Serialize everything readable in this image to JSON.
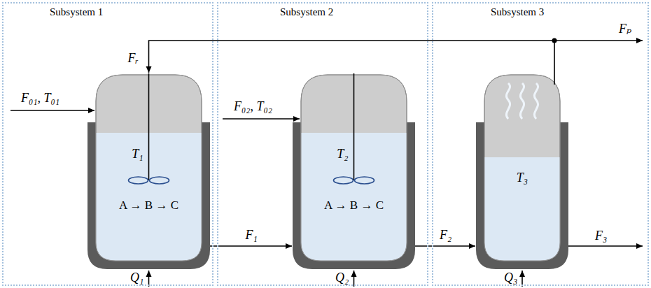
{
  "diagram": {
    "nodes": [
      {
        "text": [
          "Subsystem 1"
        ]
      },
      {
        "text": [
          "T₁",
          "A → B → C"
        ],
        "in": 0
      },
      {
        "text": [
          "Subsystem 2"
        ]
      },
      {
        "text": [
          "T₂",
          "A → B → C"
        ],
        "in": 2
      },
      {
        "text": [
          "Subsystem 3"
        ]
      },
      {
        "text": [
          "T₃"
        ],
        "in": 4
      }
    ],
    "edges": [
      {
        "from": 5,
        "to": 1,
        "arrow": "to",
        "label": "Fᵣ"
      },
      {
        "from": 1,
        "to": 3,
        "arrow": "to",
        "label": "F₁"
      },
      {
        "from": 3,
        "to": 5,
        "arrow": "to",
        "label": "F₂"
      }
    ],
    "labels": [
      "Fₚ",
      "F₀₁, T₀₁",
      "F₀₂, T₀₂",
      "Q₁",
      "Q₂",
      "Q₃",
      "F₃"
    ]
  }
}
